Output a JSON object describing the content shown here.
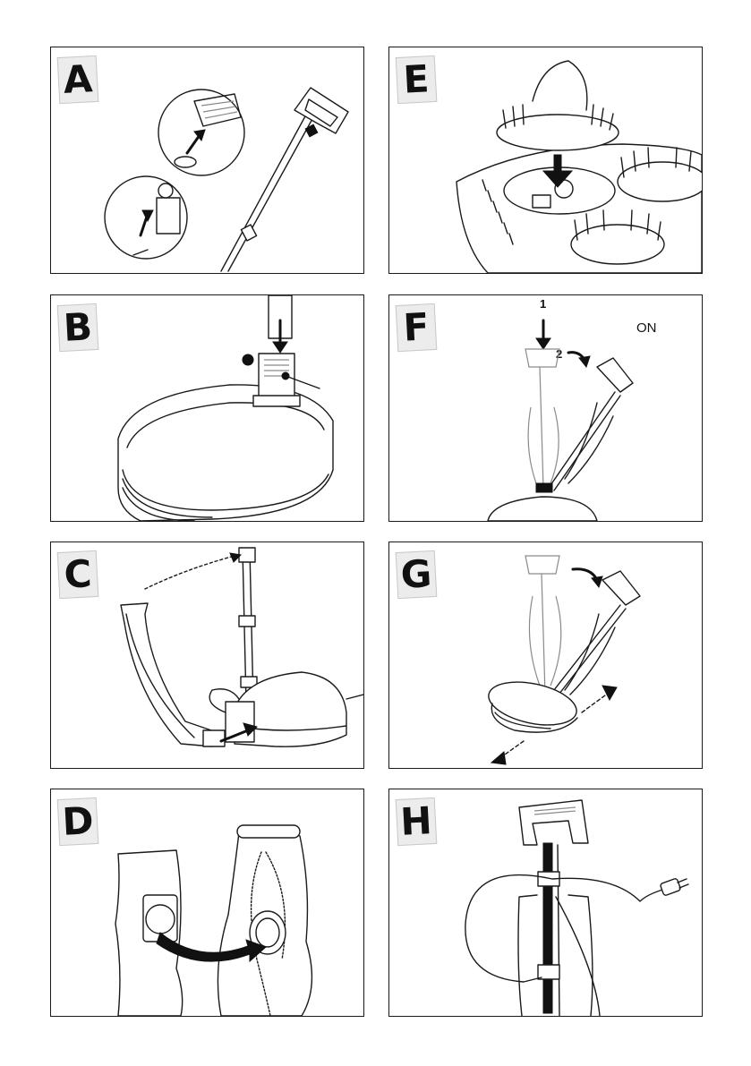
{
  "panels": [
    {
      "id": "A",
      "letter": "A"
    },
    {
      "id": "E",
      "letter": "E"
    },
    {
      "id": "B",
      "letter": "B"
    },
    {
      "id": "F",
      "letter": "F"
    },
    {
      "id": "C",
      "letter": "C"
    },
    {
      "id": "G",
      "letter": "G"
    },
    {
      "id": "D",
      "letter": "D"
    },
    {
      "id": "H",
      "letter": "H"
    }
  ],
  "panel_f": {
    "step1": "1",
    "step2": "2",
    "switch_label": "ON"
  }
}
